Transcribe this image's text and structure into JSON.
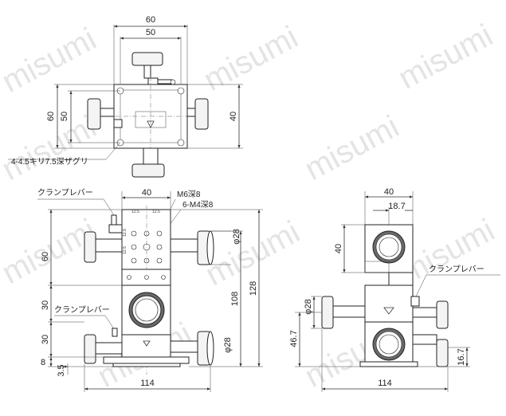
{
  "watermark": "misumi",
  "top_view": {
    "dim_width_outer": "60",
    "dim_width_inner": "50",
    "dim_height_outer": "60",
    "dim_height_inner": "50",
    "dim_right": "40",
    "hole_note": "4-4.5キリ7.5深ザグリ"
  },
  "front_view": {
    "clamp_lever_top": "クランプレバー",
    "clamp_lever_mid": "クランプレバー",
    "dim_top_width": "40",
    "tap_note_1": "M6深8",
    "tap_note_2": "6-M4深8",
    "pitch_a": "12.5",
    "pitch_b": "12.5",
    "pitch_c": "12.5",
    "pitch_d": "12.5",
    "dia_upper": "φ28",
    "dia_lower": "φ28",
    "dim_60": "60",
    "dim_30_a": "30",
    "dim_30_b": "30",
    "dim_8": "8",
    "dim_3_5": "3.5",
    "dim_108": "108",
    "dim_128": "128",
    "dim_114": "114"
  },
  "side_view": {
    "dim_40_top": "40",
    "dim_18_7": "18.7",
    "dim_40_left": "40",
    "clamp_lever": "クランプレバー",
    "dia": "φ28",
    "dim_46_7": "46.7",
    "dim_16_7": "16.7",
    "dim_114": "114"
  }
}
